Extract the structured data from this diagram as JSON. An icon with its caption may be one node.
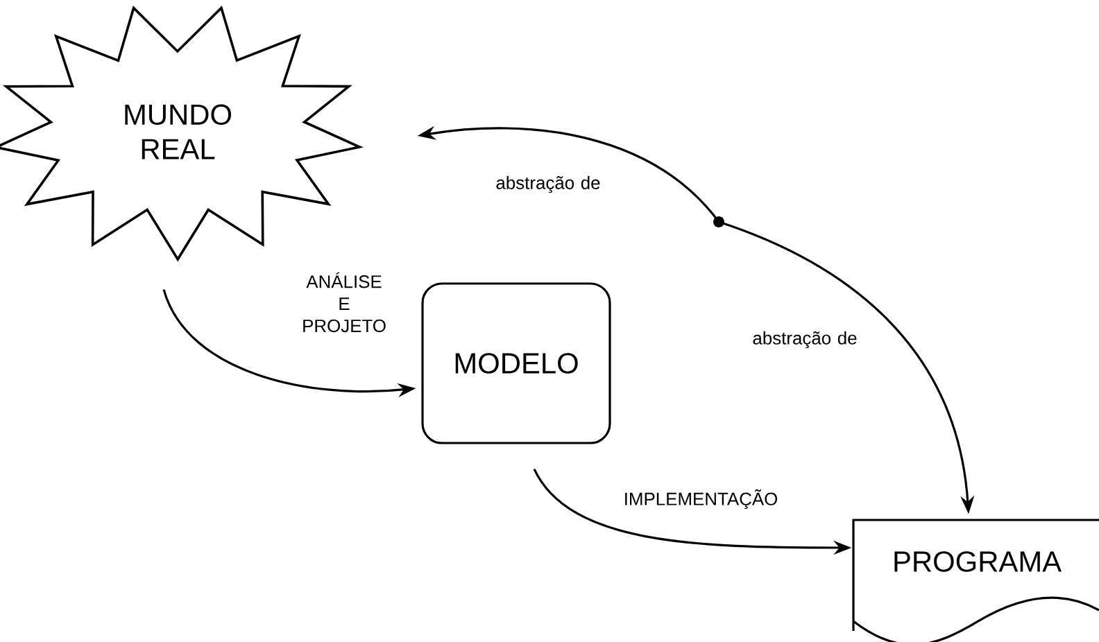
{
  "diagram": {
    "nodes": [
      {
        "text": [
          "MUNDO REAL"
        ]
      },
      {
        "text": [
          "MODELO"
        ]
      },
      {
        "text": [
          "PROGRAMA"
        ]
      },
      {
        "text": [],
        "shape": "circle"
      }
    ],
    "edges": [
      {
        "from": 0,
        "to": 1,
        "arrow": "to",
        "label": "ANÁLISE E PROJETO"
      },
      {
        "from": 1,
        "to": 2,
        "arrow": "to",
        "label": "IMPLEMENTAÇÃO"
      },
      {
        "from": 3,
        "to": 0,
        "arrow": "to",
        "label": "abstração de"
      },
      {
        "from": 3,
        "to": 2,
        "arrow": "to",
        "label": "abstração de"
      }
    ]
  }
}
